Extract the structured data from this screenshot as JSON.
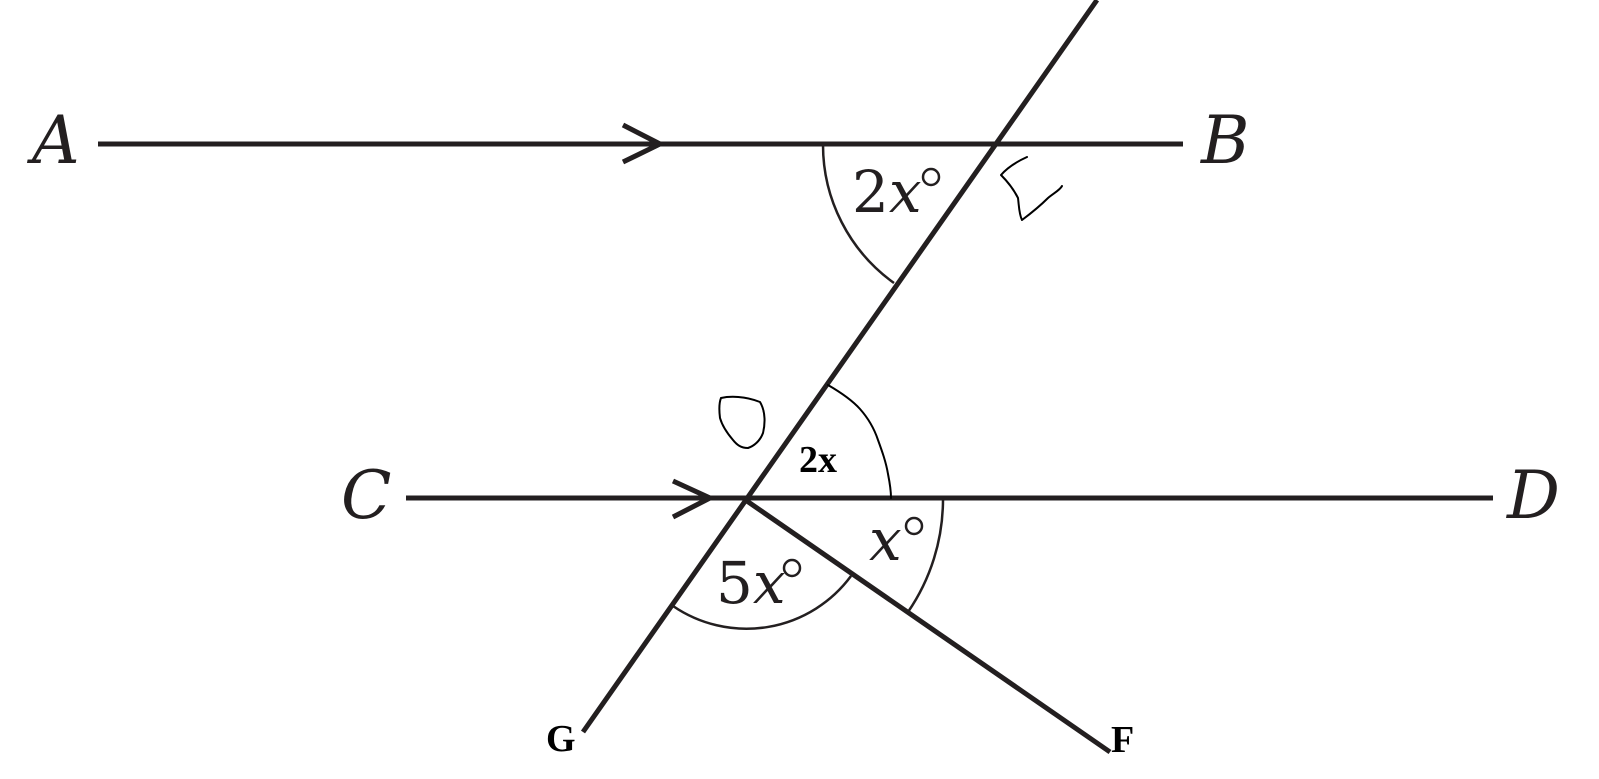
{
  "diagram": {
    "points": {
      "A": "A",
      "B": "B",
      "C": "C",
      "D": "D",
      "G": "G",
      "F": "F"
    },
    "angles": {
      "top_angle": {
        "coef": "2",
        "var": "x"
      },
      "lower_left_angle": {
        "coef": "5",
        "var": "x"
      },
      "lower_right_angle": {
        "coef": "",
        "var": "x"
      },
      "handwritten_angle": "2x"
    },
    "parallel_marks": "arrow",
    "colors": {
      "ink": "#231f20",
      "background": "#ffffff"
    }
  }
}
